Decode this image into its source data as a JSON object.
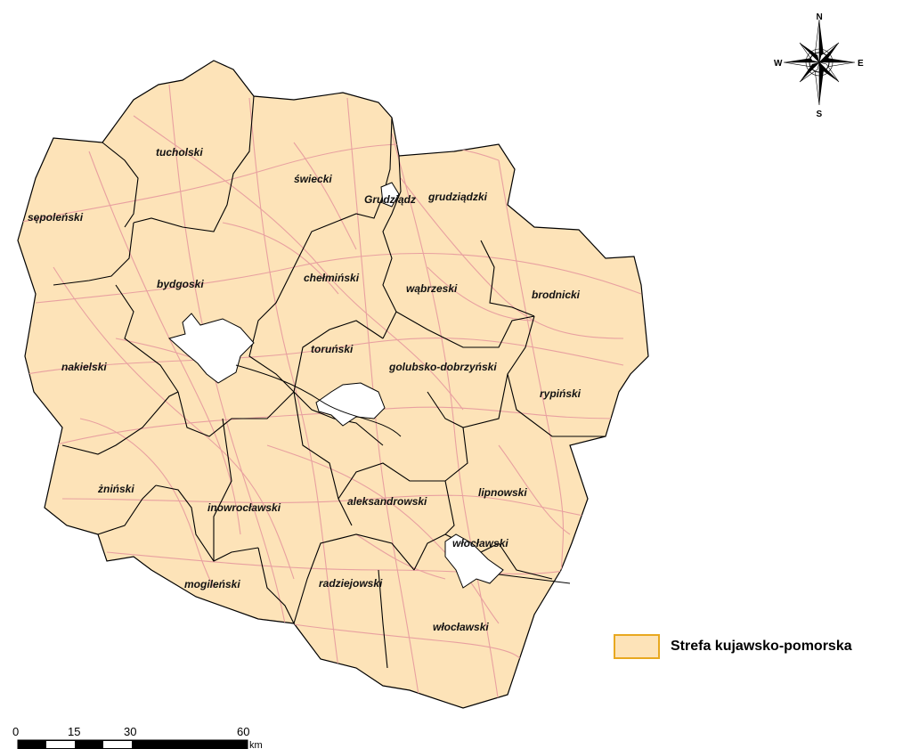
{
  "map": {
    "colors": {
      "fill": "#fde3b8",
      "county_border": "#000000",
      "roads": "#e8a0a0",
      "holes": "#ffffff"
    },
    "counties": [
      {
        "id": "tucholski",
        "label": "tucholski"
      },
      {
        "id": "swiecki",
        "label": "świecki"
      },
      {
        "id": "grudziadz",
        "label": "Grudziądz"
      },
      {
        "id": "grudziadzki",
        "label": "grudziądzki"
      },
      {
        "id": "sepolenski",
        "label": "sępoleński"
      },
      {
        "id": "chelminski",
        "label": "chełmiński"
      },
      {
        "id": "bydgoski",
        "label": "bydgoski"
      },
      {
        "id": "wabrzeski",
        "label": "wąbrzeski"
      },
      {
        "id": "brodnicki",
        "label": "brodnicki"
      },
      {
        "id": "nakielski",
        "label": "nakielski"
      },
      {
        "id": "torunski",
        "label": "toruński"
      },
      {
        "id": "golubsko",
        "label": "golubsko-dobrzyński"
      },
      {
        "id": "rypinski",
        "label": "rypiński"
      },
      {
        "id": "zninski",
        "label": "żniński"
      },
      {
        "id": "inowroclawski",
        "label": "inowrocławski"
      },
      {
        "id": "aleksandrowski",
        "label": "aleksandrowski"
      },
      {
        "id": "lipnowski",
        "label": "lipnowski"
      },
      {
        "id": "wloclawski_city",
        "label": "włocławski"
      },
      {
        "id": "mogilenski",
        "label": "mogileński"
      },
      {
        "id": "radziejowski",
        "label": "radziejowski"
      },
      {
        "id": "wloclawski",
        "label": "włocławski"
      }
    ]
  },
  "compass": {
    "north": "N",
    "south": "S",
    "east": "E",
    "west": "W",
    "icon": "compass-rose-icon"
  },
  "legend": {
    "label": "Strefa kujawsko-pomorska",
    "swatch_fill": "#fde3b8",
    "swatch_border": "#e8a820"
  },
  "scale": {
    "ticks": [
      "0",
      "15",
      "30",
      "60"
    ],
    "unit": "km"
  }
}
